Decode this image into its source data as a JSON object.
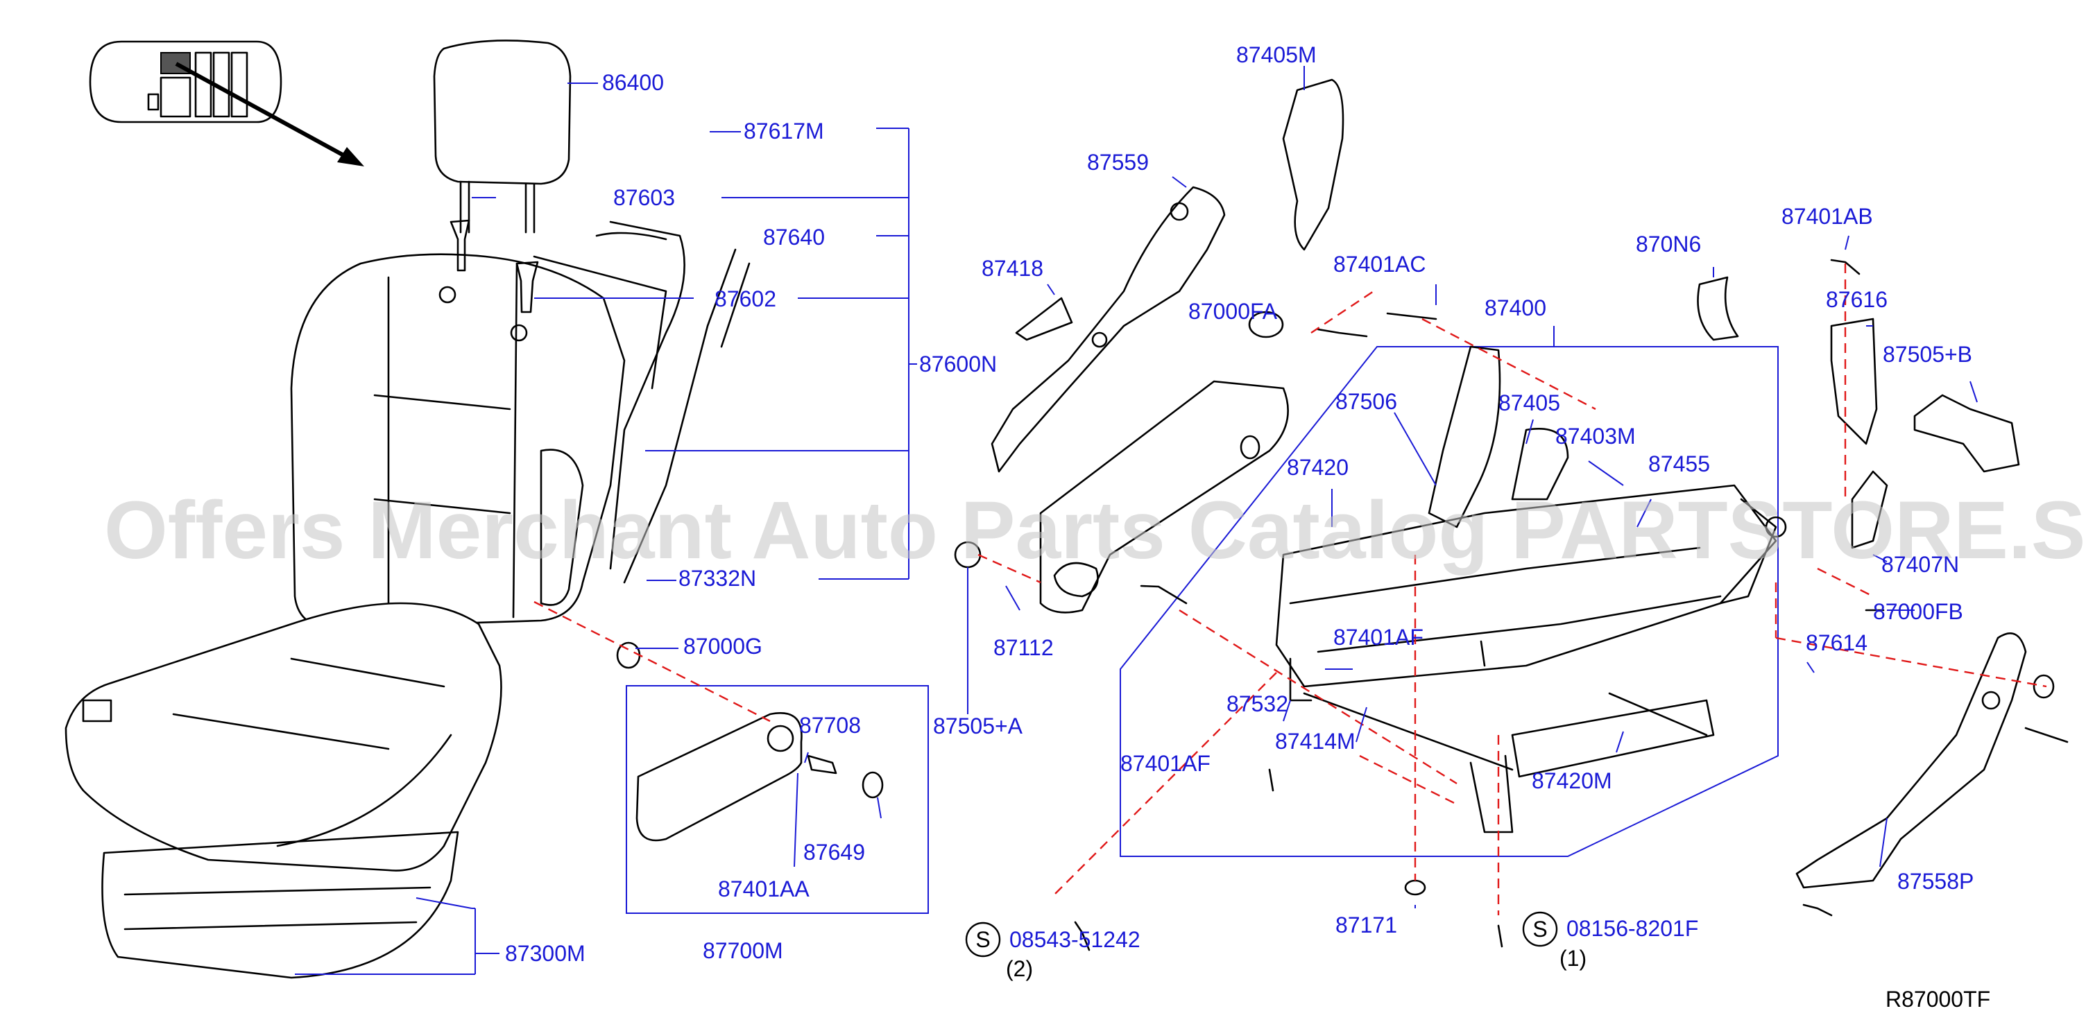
{
  "diagram_code": "R87000TF",
  "watermark": "Offers Merchant Auto Parts Catalog PARTSTORE.SA",
  "colors": {
    "label": "#1a1ad6",
    "dash": "#e01818",
    "line": "#000000",
    "watermark": "#c4c4c4"
  },
  "parts": {
    "p86400": "86400",
    "p87617M": "87617M",
    "p87603": "87603",
    "p87640": "87640",
    "p87602": "87602",
    "p87600N": "87600N",
    "p87332N": "87332N",
    "p87000G": "87000G",
    "p87708": "87708",
    "p87649": "87649",
    "p87401AA": "87401AA",
    "p87700M": "87700M",
    "p87300M": "87300M",
    "p87405M": "87405M",
    "p87559": "87559",
    "p87418": "87418",
    "p87000FA": "87000FA",
    "p87401AC": "87401AC",
    "p87400": "87400",
    "p870N6": "870N6",
    "p87401AB": "87401AB",
    "p87616": "87616",
    "p87505B": "87505+B",
    "p87506": "87506",
    "p87405": "87405",
    "p87403M": "87403M",
    "p87420": "87420",
    "p87455": "87455",
    "p87407N": "87407N",
    "p87000FB": "87000FB",
    "p87614": "87614",
    "p87112": "87112",
    "p87505A": "87505+A",
    "p87401AF_a": "87401AF",
    "p87532": "87532",
    "p87414M": "87414M",
    "p87401AF_b": "87401AF",
    "p87420M": "87420M",
    "p87558P": "87558P",
    "p87171": "87171",
    "p08543": "08543-51242",
    "p08543_qty": "(2)",
    "p08156": "08156-8201F",
    "p08156_qty": "(1)",
    "s_mark": "S"
  }
}
